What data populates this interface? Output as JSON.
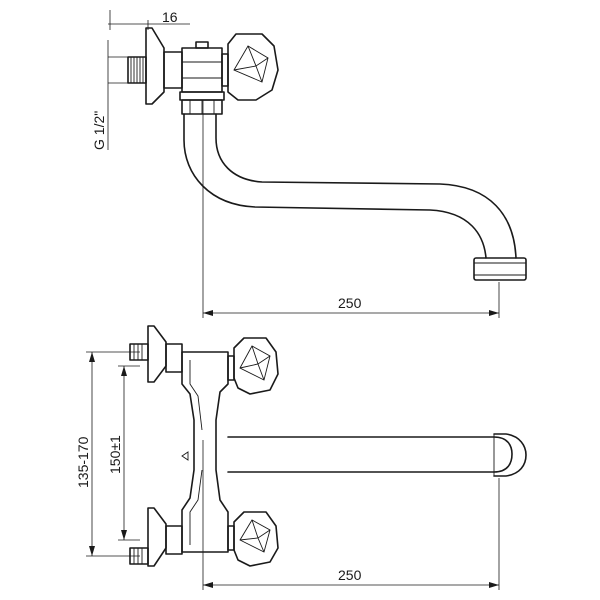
{
  "side_view": {
    "dim_depth": "16",
    "dim_thread": "G 1/2\"",
    "dim_spout_reach": "250"
  },
  "front_view": {
    "dim_center_range": "135-170",
    "dim_center_nominal": "150±1",
    "dim_spout_reach": "250"
  }
}
